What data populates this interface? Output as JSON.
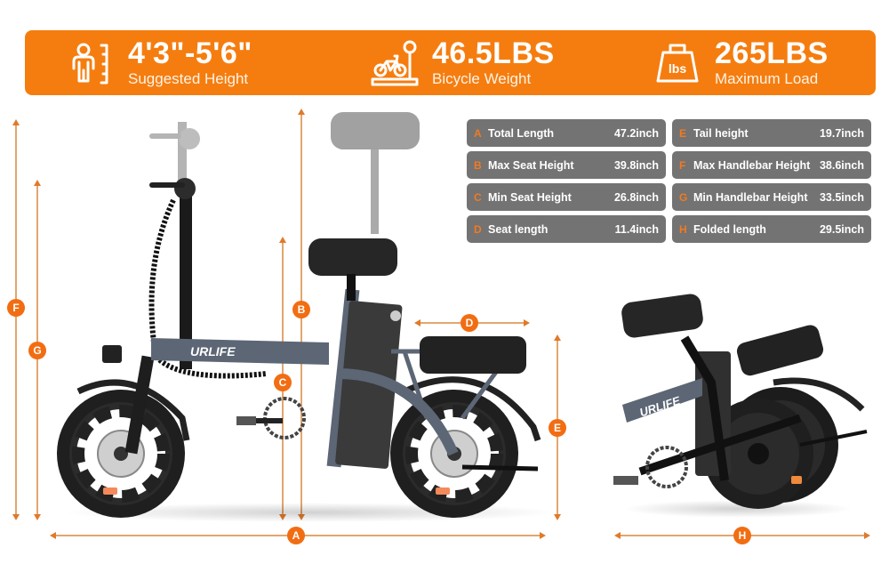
{
  "banner": {
    "background": "#f57d0f",
    "stats": [
      {
        "icon": "person-height-icon",
        "value": "4'3\"-5'6\"",
        "label": "Suggested Height"
      },
      {
        "icon": "bike-scale-icon",
        "value": "46.5LBS",
        "label": "Bicycle Weight"
      },
      {
        "icon": "weight-lbs-icon",
        "value": "265LBS",
        "label": "Maximum Load",
        "icon_text": "lbs"
      }
    ]
  },
  "specs": {
    "accent": "#f27a21",
    "row_color": "#737373",
    "items": [
      {
        "letter": "A",
        "label": "Total Length",
        "value": "47.2inch"
      },
      {
        "letter": "B",
        "label": "Max Seat Height",
        "value": "39.8inch"
      },
      {
        "letter": "C",
        "label": "Min Seat Height",
        "value": "26.8inch"
      },
      {
        "letter": "D",
        "label": "Seat length",
        "value": "11.4inch"
      },
      {
        "letter": "E",
        "label": "Tail height",
        "value": "19.7inch"
      },
      {
        "letter": "F",
        "label": "Max Handlebar Height",
        "value": "38.6inch"
      },
      {
        "letter": "G",
        "label": "Min Handlebar Height",
        "value": "33.5inch"
      },
      {
        "letter": "H",
        "label": "Folded length",
        "value": "29.5inch"
      }
    ]
  },
  "diagram": {
    "brand": "URLIFE",
    "markers": [
      "A",
      "B",
      "C",
      "D",
      "E",
      "F",
      "G",
      "H"
    ]
  }
}
